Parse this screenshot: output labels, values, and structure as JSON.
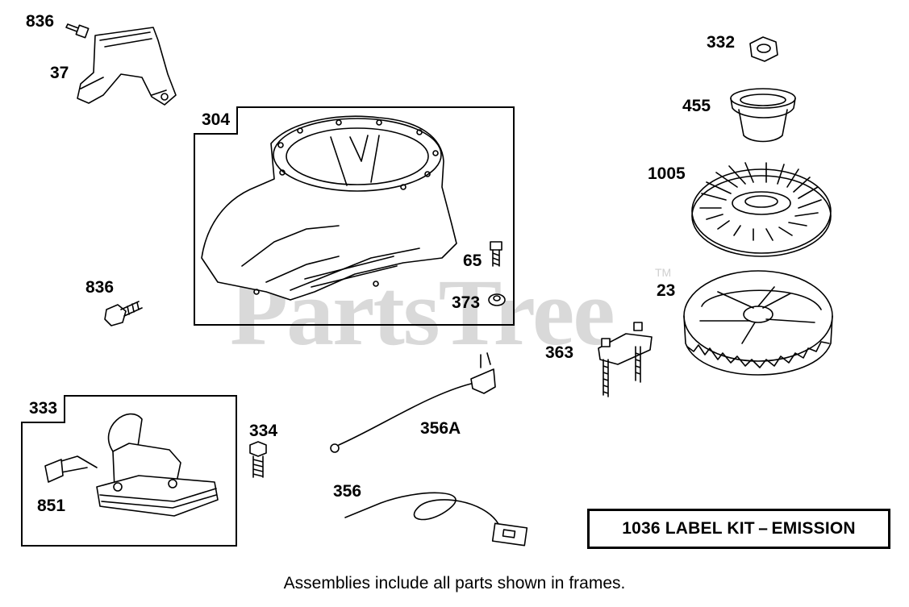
{
  "watermark": {
    "brand": "PartsTree",
    "trademark": "TM"
  },
  "frames": {
    "blower_housing": {
      "number": "304"
    },
    "armature": {
      "number": "333"
    }
  },
  "callouts": {
    "screw_top": "836",
    "deflector": "37",
    "screw_mid": "836",
    "nut": "332",
    "starter_cup": "455",
    "fan_guard": "1005",
    "flywheel": "23",
    "screw_65": "65",
    "nut_373": "373",
    "bracket": "363",
    "screw_334": "334",
    "ground_wire": "356A",
    "stop_wire": "356",
    "spark_plug_boot": "851"
  },
  "kit_label": "1036 LABEL KIT – EMISSION",
  "footnote": "Assemblies include all parts shown in frames.",
  "colors": {
    "line": "#000000",
    "watermark": "#d9d9d9",
    "background": "#ffffff"
  }
}
